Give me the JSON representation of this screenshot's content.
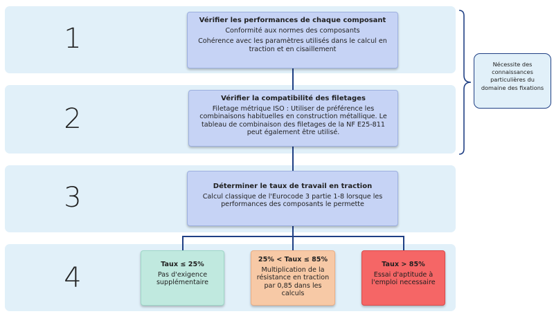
{
  "steps": [
    {
      "number": "1",
      "title": "Vérifier les performances de chaque composant",
      "lines": [
        "Conformité aux normes des composants",
        "Cohérence avec les paramètres utilisés dans le calcul en traction et en cisaillement"
      ]
    },
    {
      "number": "2",
      "title": "Vérifier la compatibilité des filetages",
      "lines": [
        "Filetage métrique ISO : Utiliser de préférence les combinaisons habituelles en construction métallique. Le tableau de combinaison des filetages de la NF E25-811 peut également être utilisé."
      ]
    },
    {
      "number": "3",
      "title": "Déterminer le taux de travail en traction",
      "lines": [
        "Calcul classique de l'Eurocode 3 partie 1-8 lorsque les performances des composants le permette"
      ]
    },
    {
      "number": "4"
    }
  ],
  "outcomes": [
    {
      "title": "Taux ≤ 25%",
      "text": "Pas d'exigence supplémentaire",
      "color": "#c0e9df",
      "border": "#9ed7c8"
    },
    {
      "title": "25% < Taux ≤ 85%",
      "text": "Multiplication de la résistance en traction par 0,85 dans les calculs",
      "color": "#f7c9a6",
      "border": "#e9ae86"
    },
    {
      "title": "Taux > 85%",
      "text": "Essai d'aptitude à l'emploi necessaire",
      "color": "#f56666",
      "border": "#d84a4a"
    }
  ],
  "side_note": "Nécessite des connaissances particulières du domaine des fixations"
}
